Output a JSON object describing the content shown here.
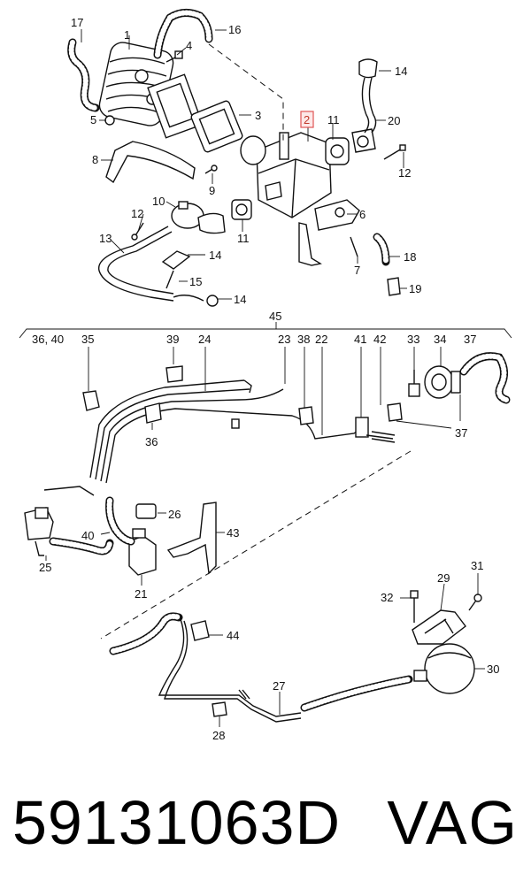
{
  "callouts": {
    "c1": "1",
    "c2": "2",
    "c3": "3",
    "c4": "4",
    "c5": "5",
    "c6": "6",
    "c7": "7",
    "c8": "8",
    "c9": "9",
    "c10": "10",
    "c11a": "11",
    "c11b": "11",
    "c12a": "12",
    "c12b": "12",
    "c13": "13",
    "c14a": "14",
    "c14b": "14",
    "c14c": "14",
    "c15": "15",
    "c16": "16",
    "c17": "17",
    "c18": "18",
    "c19": "19",
    "c20": "20",
    "c21": "21",
    "c22": "22",
    "c23": "23",
    "c24": "24",
    "c25": "25",
    "c26": "26",
    "c27": "27",
    "c28": "28",
    "c29": "29",
    "c30": "30",
    "c31": "31",
    "c32": "32",
    "c33": "33",
    "c34": "34",
    "c35": "35",
    "c36a": "36",
    "c36b": "36, 40",
    "c37a": "37",
    "c37b": "37",
    "c38": "38",
    "c39": "39",
    "c40": "40",
    "c41": "41",
    "c42": "42",
    "c43": "43",
    "c44": "44",
    "c45": "45"
  },
  "highlight": {
    "label": "2",
    "color": "#e05555"
  },
  "footer": {
    "part_number": "59131063D",
    "brand": "VAG"
  }
}
